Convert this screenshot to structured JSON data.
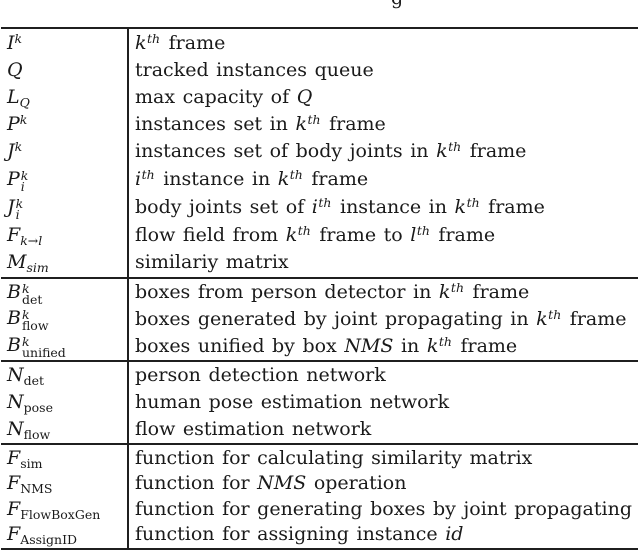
{
  "caption_fragment": "g",
  "colors": {
    "background": "#ffffff",
    "text": "#1a1a1a",
    "rule": "#1f1f1f"
  },
  "table": {
    "columns": [
      "symbol",
      "description"
    ],
    "sections": [
      {
        "rows": [
          {
            "symbol": {
              "base": "I",
              "base_style": "italic",
              "sup": "k",
              "sup_style": "italic"
            },
            "desc": "$k$^{th} frame"
          },
          {
            "symbol": {
              "base": "Q",
              "base_style": "italic"
            },
            "desc": "tracked instances queue"
          },
          {
            "symbol": {
              "base": "L",
              "base_style": "italic",
              "sub": "Q",
              "sub_style": "italic"
            },
            "desc": "max capacity of $Q$"
          },
          {
            "symbol": {
              "base": "P",
              "base_style": "script",
              "sup": "k",
              "sup_style": "italic"
            },
            "desc": "instances set in $k$^{th} frame"
          },
          {
            "symbol": {
              "base": "J",
              "base_style": "script",
              "sup": "k",
              "sup_style": "italic"
            },
            "desc": "instances set of body joints in $k$^{th} frame"
          },
          {
            "symbol": {
              "base": "P",
              "base_style": "italic",
              "sup": "k",
              "sup_style": "italic",
              "sub": "i",
              "sub_style": "italic"
            },
            "desc": "$i$^{th} instance in $k$^{th} frame"
          },
          {
            "symbol": {
              "base": "J",
              "base_style": "italic",
              "sup": "k",
              "sup_style": "italic",
              "sub": "i",
              "sub_style": "italic"
            },
            "desc": "body joints set of $i$^{th} instance in $k$^{th} frame"
          },
          {
            "symbol": {
              "base": "F",
              "base_style": "italic",
              "sub": "k→l",
              "sub_style": "italic"
            },
            "desc": "flow field from $k$^{th} frame to $l$^{th} frame"
          },
          {
            "symbol": {
              "base": "M",
              "base_style": "italic",
              "sub": "sim",
              "sub_style": "italic"
            },
            "desc": "similariy matrix"
          }
        ]
      },
      {
        "rows": [
          {
            "symbol": {
              "base": "B",
              "base_style": "italic",
              "sup": "k",
              "sup_style": "italic",
              "sub": "det",
              "sub_style": "roman"
            },
            "desc": "boxes from person detector in $k$^{th} frame"
          },
          {
            "symbol": {
              "base": "B",
              "base_style": "italic",
              "sup": "k",
              "sup_style": "italic",
              "sub": "flow",
              "sub_style": "roman"
            },
            "desc": "boxes generated by joint propagating in $k$^{th} frame"
          },
          {
            "symbol": {
              "base": "B",
              "base_style": "italic",
              "sup": "k",
              "sup_style": "italic",
              "sub": "unified",
              "sub_style": "roman"
            },
            "desc": "boxes unified by box $NMS$ in $k$^{th} frame"
          }
        ]
      },
      {
        "rows": [
          {
            "symbol": {
              "base": "N",
              "base_style": "script",
              "sub": "det",
              "sub_style": "roman"
            },
            "desc": "person detection network"
          },
          {
            "symbol": {
              "base": "N",
              "base_style": "script",
              "sub": "pose",
              "sub_style": "roman"
            },
            "desc": "human pose estimation network"
          },
          {
            "symbol": {
              "base": "N",
              "base_style": "script",
              "sub": "flow",
              "sub_style": "roman"
            },
            "desc": "flow estimation network"
          }
        ]
      },
      {
        "rows": [
          {
            "symbol": {
              "base": "F",
              "base_style": "script",
              "sub": "sim",
              "sub_style": "roman"
            },
            "desc": "function for calculating similarity matrix"
          },
          {
            "symbol": {
              "base": "F",
              "base_style": "script",
              "sub": "NMS",
              "sub_style": "roman"
            },
            "desc": "function for $NMS$ operation"
          },
          {
            "symbol": {
              "base": "F",
              "base_style": "script",
              "sub": "FlowBoxGen",
              "sub_style": "roman"
            },
            "desc": "function for generating boxes by joint propagating"
          },
          {
            "symbol": {
              "base": "F",
              "base_style": "script",
              "sub": "AssignID",
              "sub_style": "roman"
            },
            "desc": "function for assigning instance $id$"
          }
        ]
      }
    ]
  }
}
